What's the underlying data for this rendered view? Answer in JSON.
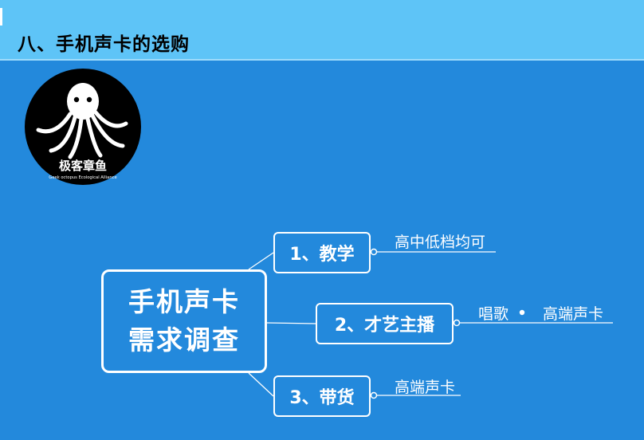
{
  "slide_title": "八、手机声卡的选购",
  "logo": {
    "icon": "octopus-icon",
    "brand_text": "极客章鱼",
    "tagline": "Geek octopus Ecological Alliance"
  },
  "mindmap": {
    "root": {
      "line1": "手机声卡",
      "line2": "需求调查"
    },
    "branches": [
      {
        "label": "1、教学",
        "leaves": [
          "高中低档均可"
        ]
      },
      {
        "label": "2、才艺主播",
        "leaves": [
          "唱歌",
          "高端声卡"
        ]
      },
      {
        "label": "3、带货",
        "leaves": [
          "高端声卡"
        ]
      }
    ]
  },
  "colors": {
    "background": "#2389dc",
    "header": "#5ec4f7",
    "lines": "#ffffff"
  }
}
